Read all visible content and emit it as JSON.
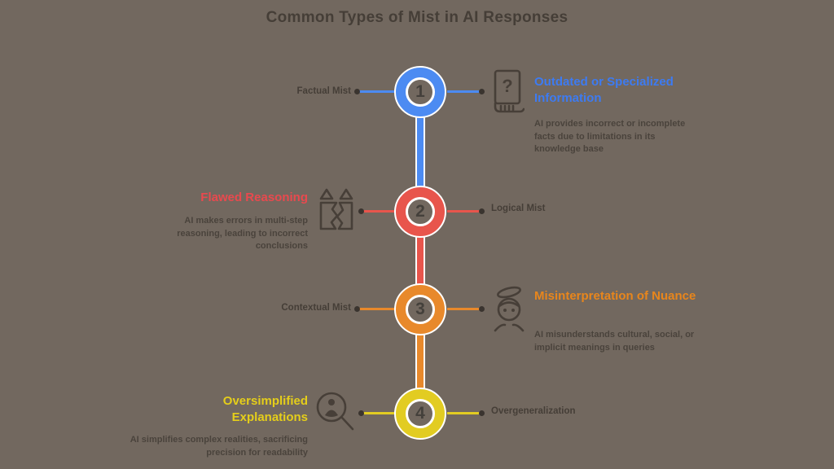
{
  "title": "Common Types of Mist in AI Responses",
  "background_color": "#72685F",
  "title_color": "#453E37",
  "description_color": "#4A433C",
  "dot_color": "#3A342F",
  "steps": [
    {
      "number": "1",
      "color": "#4C8BF2",
      "heading_color": "#3D7BF2",
      "side_label": "Factual Mist",
      "heading": "Outdated or Specialized Information",
      "description": "AI provides incorrect or incomplete facts due to limitations in its knowledge base",
      "icon": "book-question-icon"
    },
    {
      "number": "2",
      "color": "#E8554C",
      "heading_color": "#E9494E",
      "side_label": "Logical Mist",
      "heading": "Flawed Reasoning",
      "description": "AI makes errors in multi-step reasoning, leading to incorrect conclusions",
      "icon": "broken-link-icon"
    },
    {
      "number": "3",
      "color": "#E8892B",
      "heading_color": "#E8861C",
      "side_label": "Contextual Mist",
      "heading": "Misinterpretation of Nuance",
      "description": "AI misunderstands cultural, social, or implicit meanings in queries",
      "icon": "confused-person-icon"
    },
    {
      "number": "4",
      "color": "#E2CC22",
      "heading_color": "#E5CE1A",
      "side_label": "Overgeneralization",
      "heading": "Oversimplified Explanations",
      "description": "AI simplifies complex realities, sacrificing precision for readability",
      "icon": "magnifier-person-icon"
    }
  ]
}
